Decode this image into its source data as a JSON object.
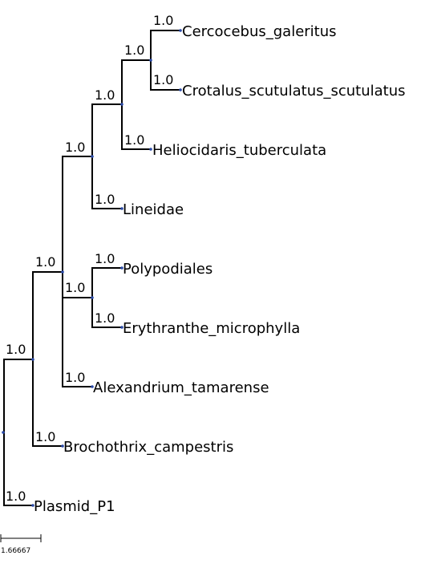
{
  "tree": {
    "branches": [
      {
        "id": "plasmid",
        "taxon": "Plasmid_P1",
        "support": "1.0"
      },
      {
        "id": "brochothrix",
        "taxon": "Brochothrix_campestris",
        "support": "1.0"
      },
      {
        "id": "alexandrium",
        "taxon": "Alexandrium_tamarense",
        "support": "1.0"
      },
      {
        "id": "erythranthe",
        "taxon": "Erythranthe_microphylla",
        "support": "1.0"
      },
      {
        "id": "polypodiales",
        "taxon": "Polypodiales",
        "support": "1.0"
      },
      {
        "id": "lineidae",
        "taxon": "Lineidae",
        "support": "1.0"
      },
      {
        "id": "heliocidaris",
        "taxon": "Heliocidaris_tuberculata",
        "support": "1.0"
      },
      {
        "id": "crotalus",
        "taxon": "Crotalus_scutulatus_scutulatus",
        "support": "1.0"
      },
      {
        "id": "cercocebus",
        "taxon": "Cercocebus_galeritus",
        "support": "1.0"
      }
    ],
    "internal_supports": {
      "clade_all_but_plasmid": "1.0",
      "clade_inner": "1.0",
      "clade_poly_ery": "1.0",
      "clade_upper": "1.0",
      "clade_helio_group": "1.0",
      "clade_cerco_crot": "1.0"
    }
  },
  "scale_bar": {
    "label": "1.66667"
  }
}
